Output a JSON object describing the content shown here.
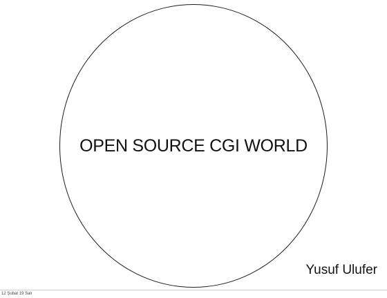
{
  "slide": {
    "title": "OPEN SOURCE CGI WORLD",
    "author": "Yusuf Ulufer"
  },
  "footer": {
    "date": "12 Şubat 19 Salı"
  }
}
